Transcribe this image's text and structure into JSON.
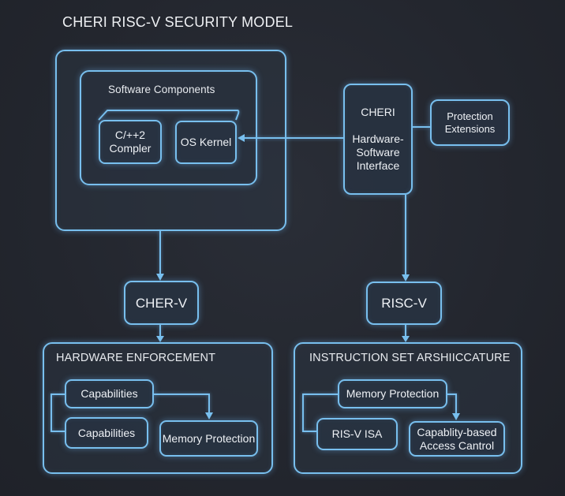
{
  "diagram": {
    "title": "CHERI RISC-V SECURITY MODEL",
    "software_group": {
      "label": "Software Components",
      "nodes": [
        {
          "label_line1": "C/++2",
          "label_line2": "Compler"
        },
        {
          "label": "OS Kernel"
        }
      ]
    },
    "interface_node": {
      "line1": "CHERI",
      "line2": "Hardware-",
      "line3": "Software",
      "line4": "Interface"
    },
    "protection_node": {
      "line1": "Protection",
      "line2": "Extensions"
    },
    "cher_v_node": {
      "label": "CHER-V"
    },
    "risc_v_node": {
      "label": "RISC-V"
    },
    "hardware_section": {
      "label": "HARDWARE ENFORCEMENT",
      "nodes": [
        "Capabilities",
        "Capabilities",
        "Memory Protection"
      ]
    },
    "isa_section": {
      "label": "INSTRUCTION SET ARSHIICCATURE",
      "nodes": [
        "Memory Protection",
        "RIS-V ISA"
      ],
      "cap_node": {
        "line1": "Capablity-based",
        "line2": "Access Cantrol"
      }
    },
    "colors": {
      "accent": "#78bfee",
      "background": "#23262e",
      "text": "#eef1f5"
    }
  }
}
